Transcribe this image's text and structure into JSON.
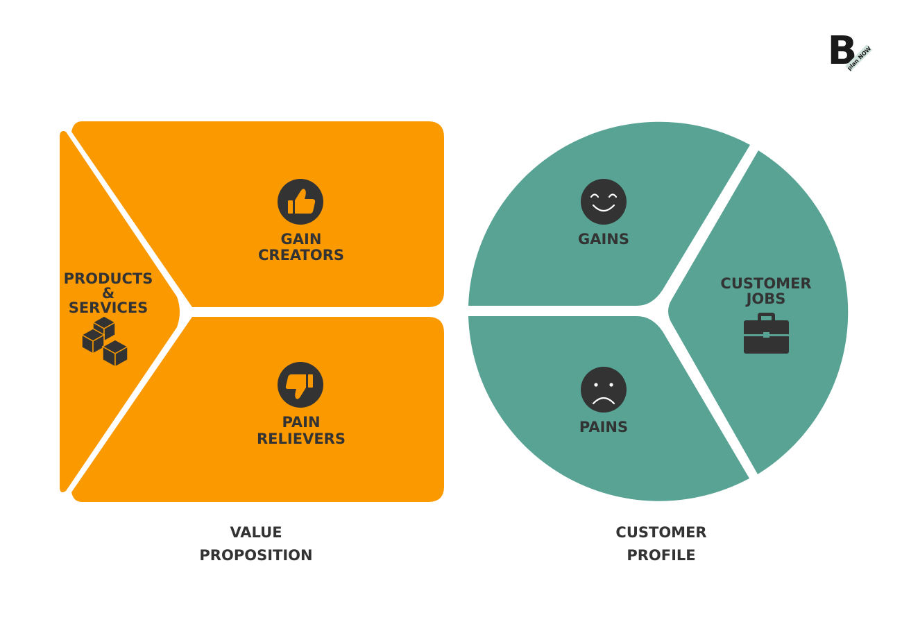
{
  "brand": {
    "logo_letter": "B",
    "logo_tagline": "plan NOW"
  },
  "value_proposition": {
    "products_services": {
      "line1": "PRODUCTS",
      "line2": "&",
      "line3": "SERVICES",
      "icon": "boxes-icon"
    },
    "gain_creators": {
      "line1": "GAIN",
      "line2": "CREATORS",
      "icon": "thumbs-up-icon"
    },
    "pain_relievers": {
      "line1": "PAIN",
      "line2": "RELIEVERS",
      "icon": "thumbs-down-icon"
    },
    "caption_line1": "VALUE",
    "caption_line2": "PROPOSITION",
    "color": "#FB9A00"
  },
  "customer_profile": {
    "gains": {
      "label": "GAINS",
      "icon": "smile-icon"
    },
    "pains": {
      "label": "PAINS",
      "icon": "frown-icon"
    },
    "customer_jobs": {
      "line1": "CUSTOMER",
      "line2": "JOBS",
      "icon": "briefcase-icon"
    },
    "caption_line1": "CUSTOMER",
    "caption_line2": "PROFILE",
    "color": "#58A394"
  },
  "colors": {
    "text": "#333333",
    "icon_bg": "#333333"
  }
}
